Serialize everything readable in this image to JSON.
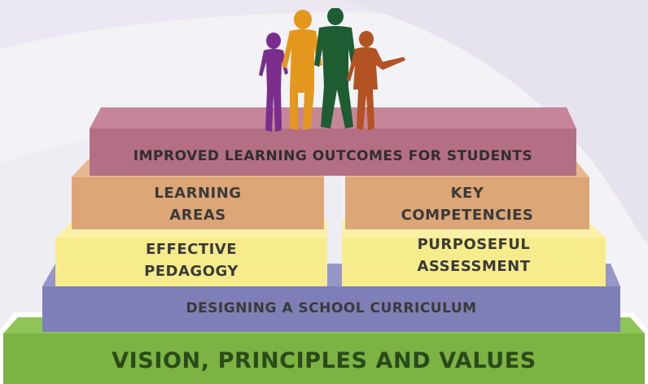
{
  "title": "",
  "tiers": {
    "foundation": {
      "label": "VISION, PRINCIPLES AND VALUES",
      "color": "#7cb342"
    },
    "base": {
      "label": "DESIGNING A SCHOOL CURRICULUM",
      "color": "#7e7fb6"
    },
    "pedagogy": {
      "label": "EFFECTIVE\nPEDAGOGY",
      "color": "#f7ec8b"
    },
    "assessment": {
      "label": "PURPOSEFUL\nASSESSMENT",
      "color": "#f7ec8b"
    },
    "learning_areas": {
      "label": "LEARNING\nAREAS",
      "color": "#dca677"
    },
    "competencies": {
      "label": "KEY\nCOMPETENCIES",
      "color": "#dca677"
    },
    "outcomes": {
      "label": "IMPROVED LEARNING OUTCOMES FOR STUDENTS",
      "color": "#b56f85"
    }
  },
  "figures": [
    {
      "name": "child",
      "color": "#7b2d8e"
    },
    {
      "name": "teen",
      "color": "#e3971d"
    },
    {
      "name": "adult",
      "color": "#1e5c32"
    },
    {
      "name": "presenter",
      "color": "#b35223"
    }
  ]
}
